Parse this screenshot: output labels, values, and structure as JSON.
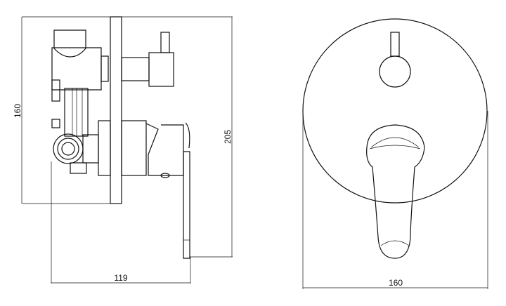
{
  "side_view": {
    "height_label": "160",
    "total_height_label": "205",
    "depth_label": "119"
  },
  "front_view": {
    "diameter_label": "160"
  }
}
